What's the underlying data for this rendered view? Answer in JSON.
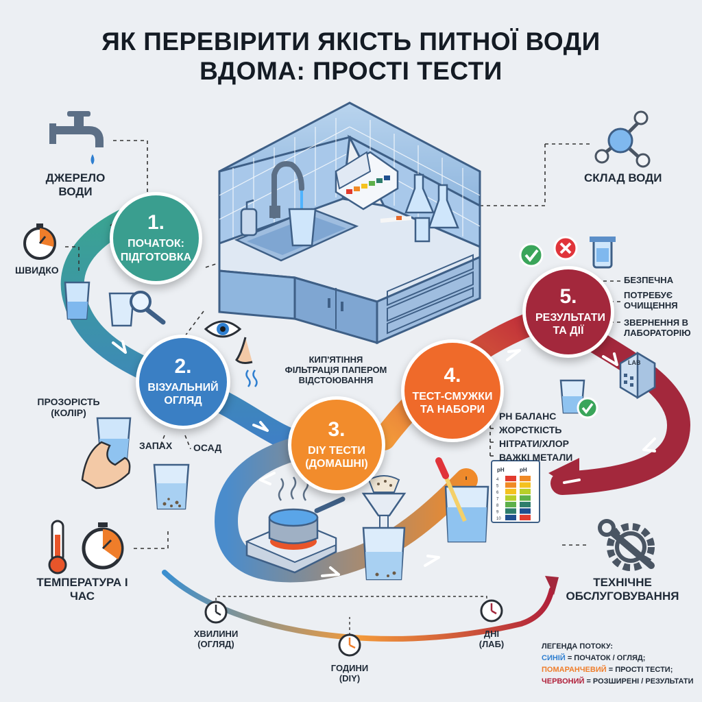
{
  "title": {
    "line1": "ЯК ПЕРЕВІРИТИ ЯКІСТЬ ПИТНОЇ ВОДИ",
    "line2": "ВДОМА: ПРОСТІ ТЕСТИ"
  },
  "colors": {
    "blue": "#3a7fc4",
    "teal": "#3a9e8f",
    "orange": "#ef7d2a",
    "red": "#a3283c",
    "dark_red": "#8a2034"
  },
  "steps": [
    {
      "num": "1.",
      "name": "ПОЧАТОК: ПІДГОТОВКА"
    },
    {
      "num": "2.",
      "name": "ВІЗУАЛЬНИЙ ОГЛЯД"
    },
    {
      "num": "3.",
      "name": "DIY ТЕСТИ (ДОМАШНІ)"
    },
    {
      "num": "4.",
      "name": "ТЕСТ-СМУЖКИ ТА НАБОРИ"
    },
    {
      "num": "5.",
      "name": "РЕЗУЛЬТАТИ ТА ДІЇ"
    }
  ],
  "labels": {
    "source": "ДЖЕРЕЛО ВОДИ",
    "quick": "ШВИДКО",
    "composition": "СКЛАД ВОДИ",
    "clarity": "ПРОЗОРІСТЬ (КОЛІР)",
    "smell": "ЗАПАХ",
    "sediment": "ОСАД",
    "temp_time": "ТЕМПЕРАТУРА І ЧАС",
    "maintenance": "ТЕХНІЧНЕ ОБСЛУГОВУВАННЯ",
    "lab_sign": "LAB"
  },
  "diy_methods": [
    "КИП'ЯТІННЯ",
    "ФІЛЬТРАЦІЯ ПАПЕРОМ",
    "ВІДСТОЮВАННЯ"
  ],
  "strip_params": [
    "PH БАЛАНС",
    "ЖОРСТКІСТЬ",
    "НІТРАТИ/ХЛОР",
    "ВАЖКІ МЕТАЛИ"
  ],
  "results": [
    "БЕЗПЕЧНА",
    "ПОТРЕБУЄ ОЧИЩЕННЯ",
    "ЗВЕРНЕННЯ В ЛАБОРАТОРІЮ"
  ],
  "timeline": [
    {
      "label": "ХВИЛИНИ (ОГЛЯД)"
    },
    {
      "label": "ГОДИНИ (DIY)"
    },
    {
      "label": "ДНІ (ЛАБ)"
    }
  ],
  "ph_chart": {
    "headers": [
      "pH",
      "pH"
    ],
    "rows": [
      "4",
      "5",
      "6",
      "7",
      "8",
      "9",
      "10"
    ],
    "colors": [
      "#e23b2e",
      "#f08a25",
      "#f4c21f",
      "#b7cf2a",
      "#5db04a",
      "#2e7d6b",
      "#1f4f8f"
    ]
  },
  "legend": {
    "title": "ЛЕГЕНДА ПОТОКУ:",
    "rows": [
      {
        "key": "СИНІЙ",
        "rest": " = ПОЧАТОК / ОГЛЯД;",
        "color": "#2f7fd0"
      },
      {
        "key": "ПОМАРАНЧЕВИЙ",
        "rest": " = ПРОСТІ ТЕСТИ;",
        "color": "#ef7d2a"
      },
      {
        "key": "ЧЕРВОНИЙ",
        "rest": " = РОЗШИРЕНІ / РЕЗУЛЬТАТИ",
        "color": "#b0203a"
      }
    ]
  }
}
